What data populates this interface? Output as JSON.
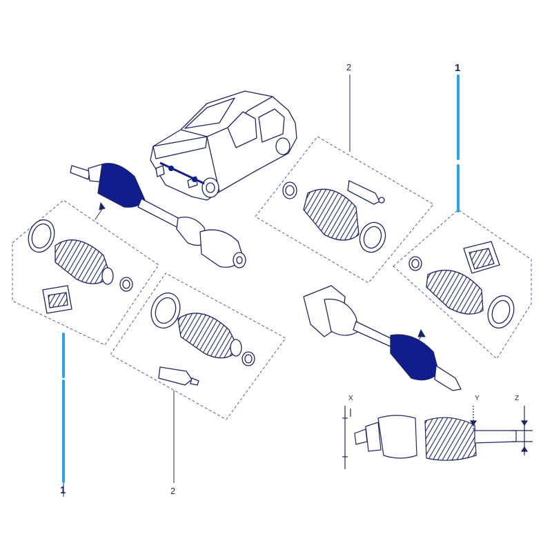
{
  "callouts": {
    "ref_1_top": "1",
    "ref_1_bottom": "1",
    "ref_2_top": "2",
    "ref_2_bottom": "2"
  },
  "dimensions": {
    "x": "X",
    "y": "Y",
    "z": "Z"
  },
  "colors": {
    "line": "#1a2366",
    "fill_dark": "#0f1e8c",
    "accent": "#2aa3e8",
    "dash": "#4a5bb0"
  }
}
